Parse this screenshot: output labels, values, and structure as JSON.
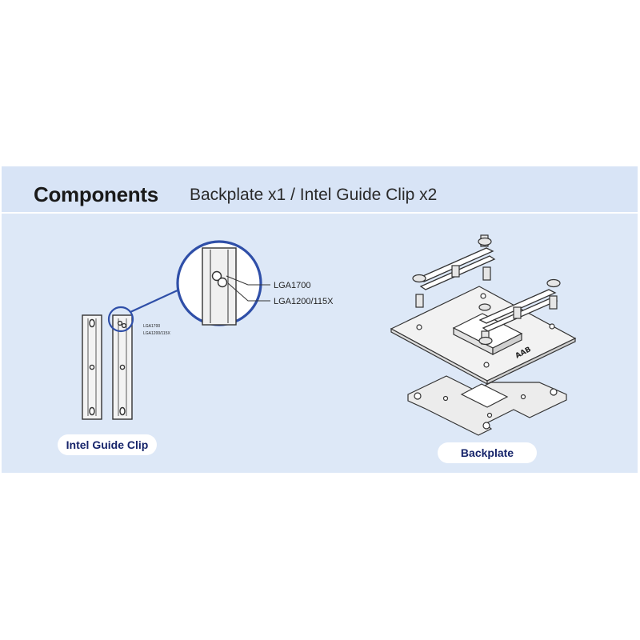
{
  "header": {
    "title": "Components",
    "subtitle": "Backplate x1 / Intel Guide Clip x2"
  },
  "guide_clip": {
    "caption": "Intel Guide Clip",
    "zoom_labels": [
      "LGA1700",
      "LGA1200/115X"
    ],
    "small_labels": [
      "LGA1700",
      "LGA1200/115X"
    ]
  },
  "backplate": {
    "caption": "Backplate"
  },
  "colors": {
    "banner_bg": "#dde8f7",
    "header_bg": "#d8e4f6",
    "callout_ring": "#2f4fa8",
    "caption_text": "#16246a"
  }
}
